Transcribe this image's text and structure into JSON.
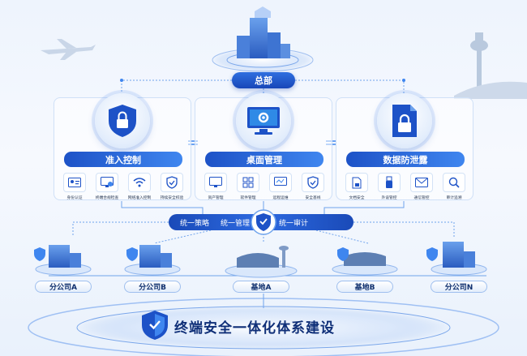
{
  "headquarters": {
    "label": "总部"
  },
  "modules": [
    {
      "title": "准入控制",
      "icon": "shield-lock-icon",
      "items": [
        {
          "label": "身份认证",
          "icon": "id-card-icon"
        },
        {
          "label": "终端合规检查",
          "icon": "monitor-check-icon"
        },
        {
          "label": "网络准入控制",
          "icon": "wifi-icon"
        },
        {
          "label": "持续安全校验",
          "icon": "shield-check-icon"
        }
      ]
    },
    {
      "title": "桌面管理",
      "icon": "monitor-gear-icon",
      "items": [
        {
          "label": "资产管理",
          "icon": "monitor-icon"
        },
        {
          "label": "软件管理",
          "icon": "grid-apps-icon"
        },
        {
          "label": "远程运维",
          "icon": "remote-monitor-icon"
        },
        {
          "label": "安全基线",
          "icon": "shield-check-icon"
        }
      ]
    },
    {
      "title": "数据防泄露",
      "icon": "document-lock-icon",
      "items": [
        {
          "label": "文档安全",
          "icon": "document-lock-icon"
        },
        {
          "label": "外设管控",
          "icon": "usb-icon"
        },
        {
          "label": "通信管控",
          "icon": "mail-icon"
        },
        {
          "label": "审计追溯",
          "icon": "search-icon"
        }
      ]
    }
  ],
  "strategy": {
    "left": "统一策略",
    "middle": "统一管理",
    "right": "统一审计"
  },
  "sites": [
    "分公司A",
    "分公司B",
    "基地A",
    "基地B",
    "分公司N"
  ],
  "bottom_title": "终端安全一体化体系建设",
  "colors": {
    "primary": "#1d52c7",
    "accent": "#3f86ef",
    "line": "#6fa3ec",
    "background": "#eef4fd"
  }
}
